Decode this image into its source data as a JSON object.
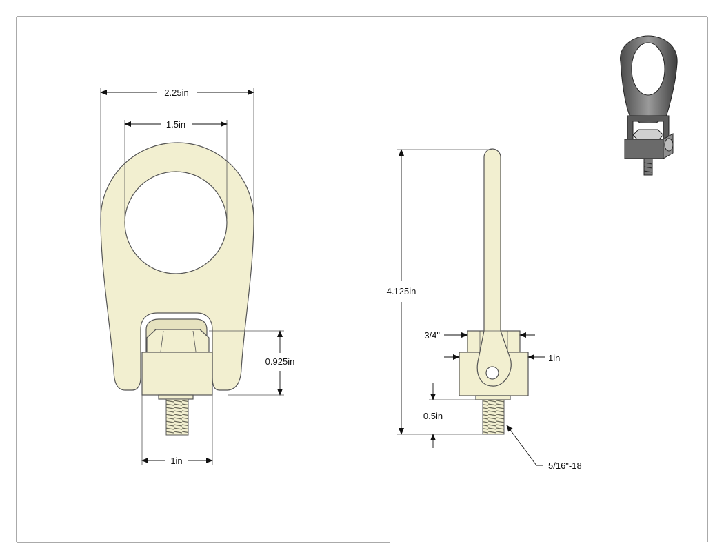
{
  "dimensions": {
    "front_overall_width": "2.25in",
    "front_eye_diameter": "1.5in",
    "front_base_height": "0.925in",
    "front_base_width": "1in",
    "side_overall_height": "4.125in",
    "side_nut_width": "3/4\"",
    "side_base_width": "1in",
    "side_thread_length": "0.5in",
    "thread_spec": "5/16\"-18"
  },
  "colors": {
    "part_fill": "#f2efd0",
    "outline": "#555555",
    "dimension_line": "#111111",
    "iso_dark": "#4a4a4a",
    "iso_light": "#b9b9b9"
  },
  "icons": {
    "isometric_view": "hoist-ring-3d-icon"
  }
}
